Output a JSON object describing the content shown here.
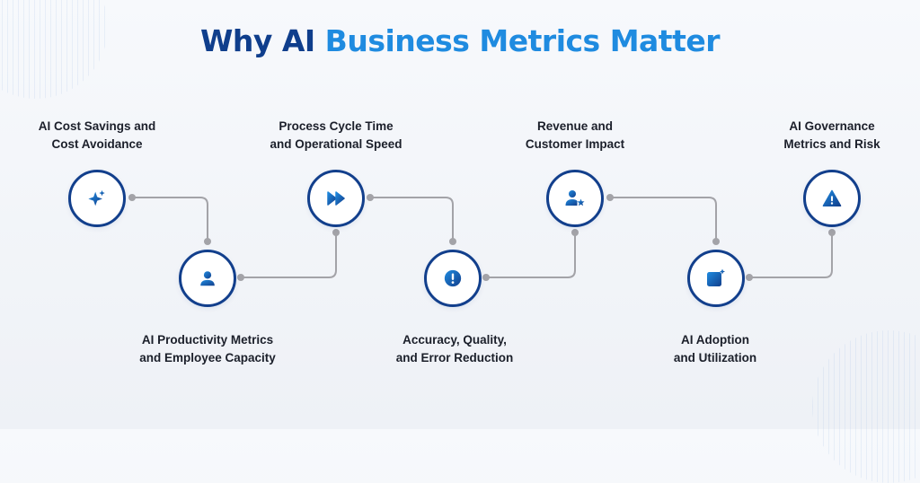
{
  "title": {
    "part1": "Why AI ",
    "part2": "Business Metrics Matter"
  },
  "steps": [
    {
      "line1": "AI Cost Savings and",
      "line2": "Cost Avoidance",
      "icon": "sparkle-icon"
    },
    {
      "line1": "AI Productivity Metrics",
      "line2": "and Employee Capacity",
      "icon": "user-icon"
    },
    {
      "line1": "Process Cycle Time",
      "line2": "and Operational Speed",
      "icon": "fast-forward-icon"
    },
    {
      "line1": "Accuracy, Quality,",
      "line2": "and Error Reduction",
      "icon": "exclamation-icon"
    },
    {
      "line1": "Revenue and",
      "line2": "Customer Impact",
      "icon": "user-star-icon"
    },
    {
      "line1": "AI Adoption",
      "line2": "and Utilization",
      "icon": "ai-tablet-icon"
    },
    {
      "line1": "AI Governance",
      "line2": "Metrics and Risk",
      "icon": "warning-icon"
    }
  ],
  "colors": {
    "dark_blue": "#123f8c",
    "accent_blue": "#1f8be0",
    "connector": "#a3a3a8"
  }
}
